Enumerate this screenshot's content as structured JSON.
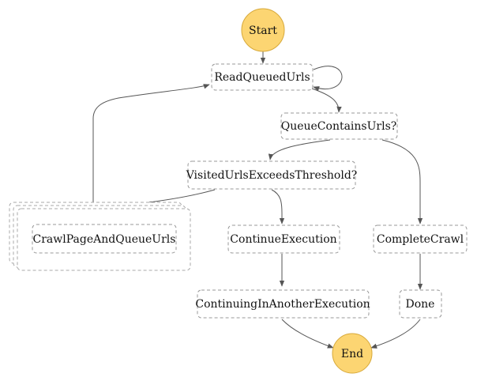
{
  "nodes": {
    "start": "Start",
    "read_queued_urls": "ReadQueuedUrls",
    "queue_contains_urls": "QueueContainsUrls?",
    "visited_urls_exceeds_threshold": "VisitedUrlsExceedsThreshold?",
    "crawl_page_and_queue_urls": "CrawlPageAndQueueUrls",
    "continue_execution": "ContinueExecution",
    "complete_crawl": "CompleteCrawl",
    "continuing_in_another_execution": "ContinuingInAnotherExecution",
    "done": "Done",
    "end": "End"
  },
  "colors": {
    "terminal_fill": "#fcd572",
    "terminal_stroke": "#d7a93a",
    "box_border": "#999999",
    "edge": "#555555"
  }
}
